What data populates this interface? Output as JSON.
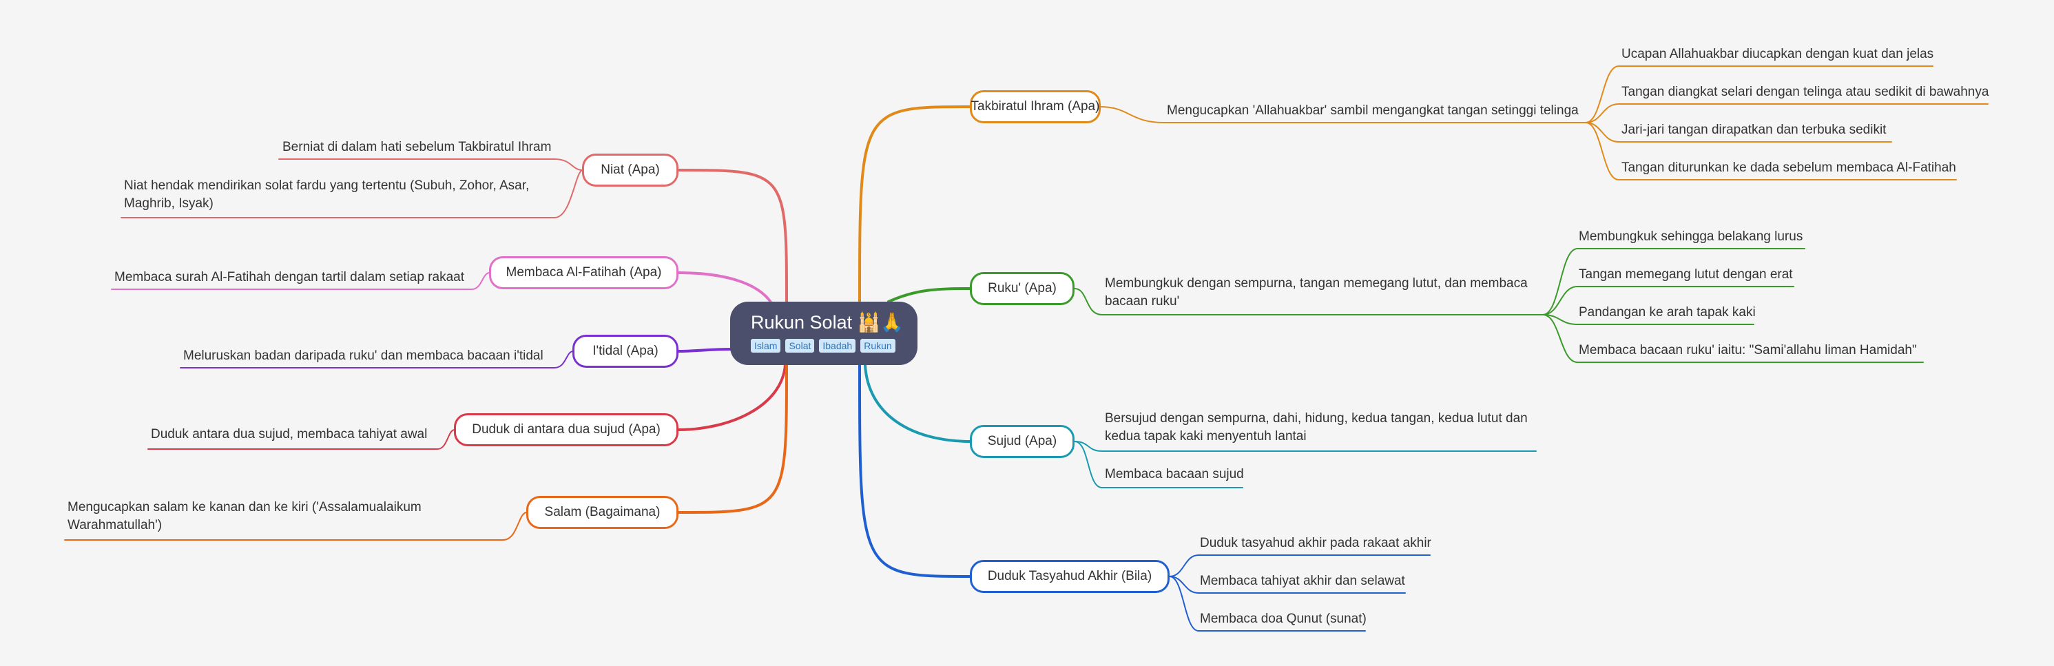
{
  "root": {
    "title": "Rukun Solat",
    "icons": "🕌🙏",
    "tags": [
      "Islam",
      "Solat",
      "Ibadah",
      "Rukun"
    ]
  },
  "branches": {
    "takbir": {
      "label": "Takbiratul Ihram (Apa)",
      "color": "#e08a1a",
      "detail": "Mengucapkan 'Allahuakbar' sambil mengangkat tangan setinggi telinga",
      "subs": [
        "Ucapan Allahuakbar diucapkan dengan kuat dan jelas",
        "Tangan diangkat selari dengan telinga atau sedikit di bawahnya",
        "Jari-jari tangan dirapatkan dan terbuka sedikit",
        "Tangan diturunkan ke dada sebelum membaca Al-Fatihah"
      ]
    },
    "ruku": {
      "label": "Ruku' (Apa)",
      "color": "#3a9a2a",
      "detail": "Membungkuk dengan sempurna, tangan memegang lutut, dan membaca bacaan ruku'",
      "subs": [
        "Membungkuk sehingga belakang lurus",
        "Tangan memegang lutut dengan erat",
        "Pandangan ke arah tapak kaki",
        "Membaca bacaan ruku' iaitu: \"Sami'allahu liman Hamidah\""
      ]
    },
    "sujud": {
      "label": "Sujud (Apa)",
      "color": "#1a9ab0",
      "items": [
        "Bersujud dengan sempurna, dahi, hidung, kedua tangan, kedua lutut dan kedua tapak kaki menyentuh lantai",
        "Membaca bacaan sujud"
      ]
    },
    "tasyahud": {
      "label": "Duduk Tasyahud Akhir (Bila)",
      "color": "#1f5fd0",
      "items": [
        "Duduk tasyahud akhir pada rakaat akhir",
        "Membaca tahiyat akhir dan selawat",
        "Membaca doa Qunut (sunat)"
      ]
    },
    "niat": {
      "label": "Niat (Apa)",
      "color": "#e06a6a",
      "items": [
        "Berniat di dalam hati sebelum Takbiratul Ihram",
        "Niat hendak mendirikan solat fardu yang tertentu (Subuh, Zohor, Asar, Maghrib, Isyak)"
      ]
    },
    "fatihah": {
      "label": "Membaca Al-Fatihah (Apa)",
      "color": "#e070c8",
      "items": [
        "Membaca surah Al-Fatihah dengan tartil dalam setiap rakaat"
      ]
    },
    "itidal": {
      "label": "I'tidal (Apa)",
      "color": "#7a30d0",
      "items": [
        "Meluruskan badan daripada ruku' dan membaca bacaan i'tidal"
      ]
    },
    "duduk": {
      "label": "Duduk di antara dua sujud (Apa)",
      "color": "#d83a4a",
      "items": [
        "Duduk antara dua sujud, membaca tahiyat awal"
      ]
    },
    "salam": {
      "label": "Salam (Bagaimana)",
      "color": "#e8681a",
      "items": [
        "Mengucapkan salam ke kanan dan ke kiri ('Assalamualaikum Warahmatullah')"
      ]
    }
  }
}
